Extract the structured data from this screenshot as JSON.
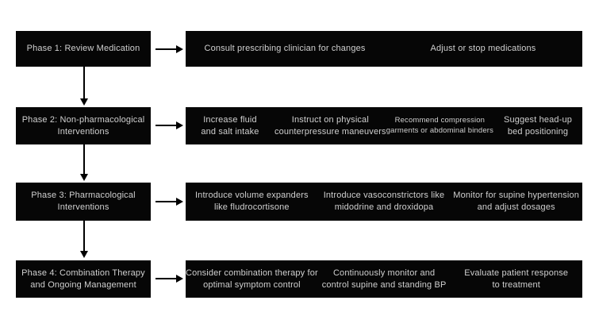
{
  "diagram": {
    "type": "flowchart",
    "colors": {
      "box_bg": "#060606",
      "text_on_box": "#d0d0d0",
      "arrow": "#000000",
      "page_bg": "#ffffff"
    },
    "rows": [
      {
        "phase": {
          "line1": "Phase 1: Review Medication",
          "line2": ""
        },
        "items": [
          {
            "line1": "Consult prescribing clinician for changes",
            "line2": ""
          },
          {
            "line1": "Adjust or stop medications",
            "line2": ""
          }
        ]
      },
      {
        "phase": {
          "line1": "Phase 2: Non-pharmacological",
          "line2": "Interventions"
        },
        "items": [
          {
            "line1": "Increase fluid",
            "line2": "and salt intake"
          },
          {
            "line1": "Instruct on physical",
            "line2": "counterpressure maneuvers"
          },
          {
            "line1": "Recommend compression",
            "line2": "garments or abdominal binders"
          },
          {
            "line1": "Suggest head-up",
            "line2": "bed positioning"
          }
        ]
      },
      {
        "phase": {
          "line1": "Phase 3: Pharmacological",
          "line2": "Interventions"
        },
        "items": [
          {
            "line1": "Introduce volume expanders",
            "line2": "like fludrocortisone"
          },
          {
            "line1": "Introduce vasoconstrictors like",
            "line2": "midodrine and droxidopa"
          },
          {
            "line1": "Monitor for supine hypertension",
            "line2": "and adjust dosages"
          }
        ]
      },
      {
        "phase": {
          "line1": "Phase 4: Combination Therapy",
          "line2": "and Ongoing Management"
        },
        "items": [
          {
            "line1": "Consider combination therapy for",
            "line2": "optimal symptom control"
          },
          {
            "line1": "Continuously monitor and",
            "line2": "control supine and standing BP"
          },
          {
            "line1": "Evaluate patient response",
            "line2": "to treatment"
          }
        ]
      }
    ]
  }
}
